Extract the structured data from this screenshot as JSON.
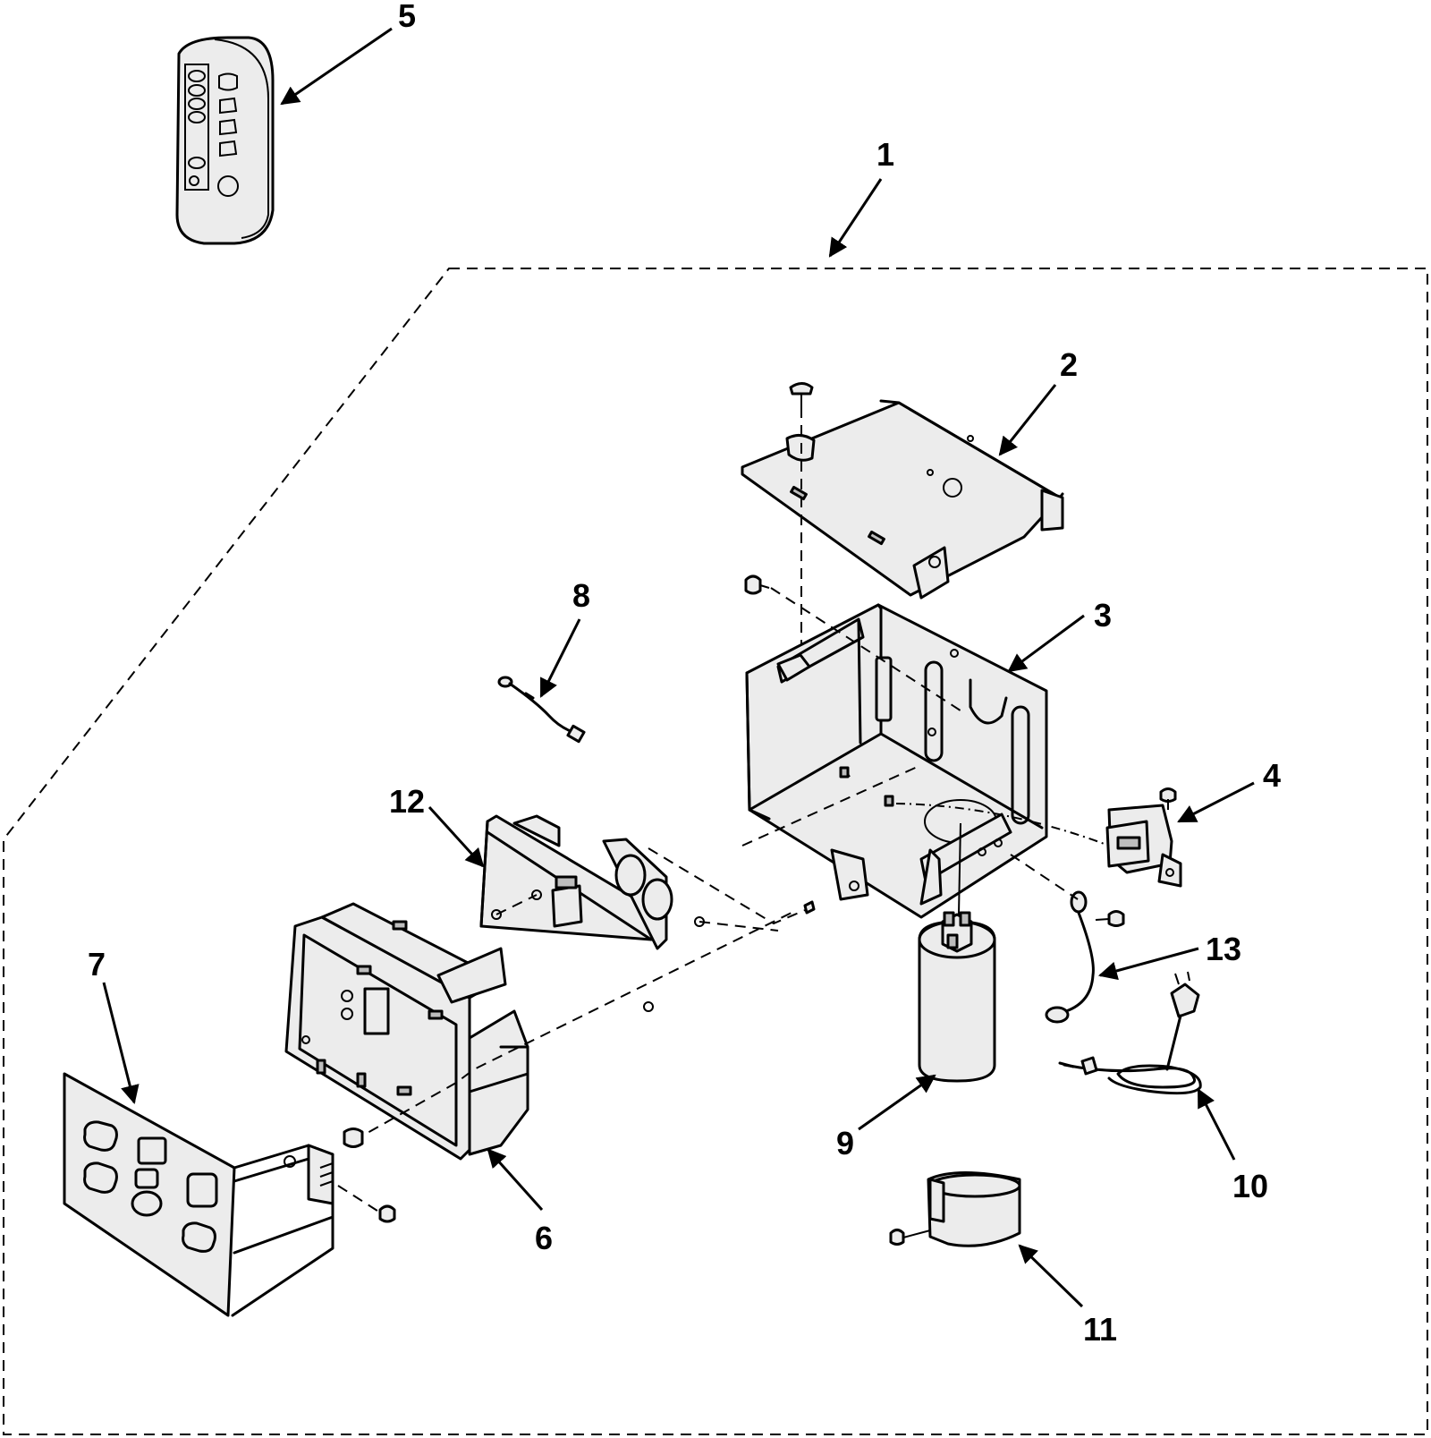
{
  "callouts": {
    "c1": "1",
    "c2": "2",
    "c3": "3",
    "c4": "4",
    "c5": "5",
    "c6": "6",
    "c7": "7",
    "c8": "8",
    "c9": "9",
    "c10": "10",
    "c11": "11",
    "c12": "12",
    "c13": "13"
  },
  "colors": {
    "ink": "#000000",
    "paper": "#ffffff"
  }
}
